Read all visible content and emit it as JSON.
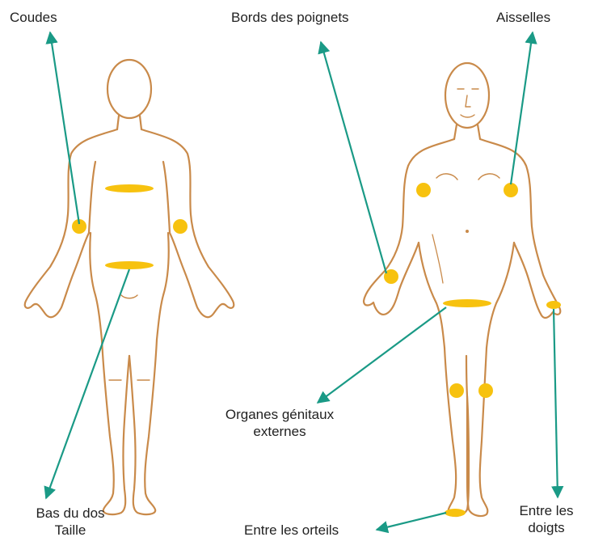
{
  "labels": {
    "elbows": "Coudes",
    "wrists": "Bords des poignets",
    "armpits": "Aisselles",
    "genitals_line1": "Organes génitaux",
    "genitals_line2": "externes",
    "lower_back_line1": "Bas du dos",
    "lower_back_line2": "Taille",
    "toes": "Entre les orteils",
    "fingers_line1": "Entre les",
    "fingers_line2": "doigts"
  },
  "colors": {
    "arrow": "#1a9a86",
    "spot": "#f7c20f",
    "outline": "#c98a4a",
    "text": "#222222"
  },
  "icons": [
    "body-back-figure",
    "body-front-figure",
    "arrow"
  ]
}
